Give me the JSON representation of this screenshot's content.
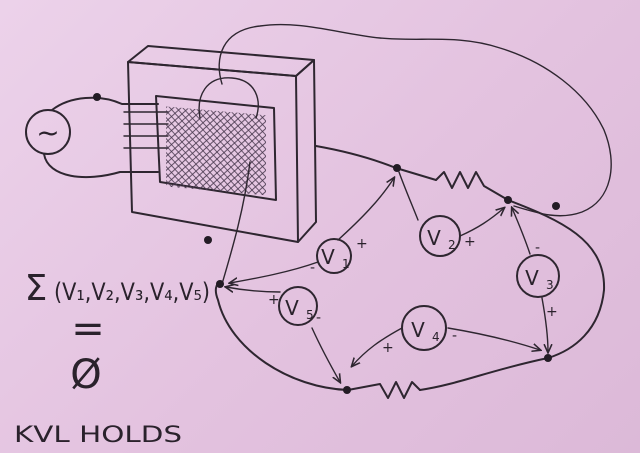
{
  "source_symbol": "~",
  "meters": {
    "v1": {
      "name": "V",
      "sub": "1",
      "plus": "+",
      "minus": "-"
    },
    "v2": {
      "name": "V",
      "sub": "2",
      "plus": "+",
      "minus": ""
    },
    "v3": {
      "name": "V",
      "sub": "3",
      "plus": "+",
      "minus": "-"
    },
    "v4": {
      "name": "V",
      "sub": "4",
      "plus": "+",
      "minus": "-"
    },
    "v5": {
      "name": "V",
      "sub": "5",
      "plus": "+",
      "minus": "-"
    }
  },
  "equation": {
    "sigma": "Σ",
    "expression": "(V₁,V₂,V₃,V₄,V₅)",
    "equals": "=",
    "result": "Ø"
  },
  "caption": "KVL HOLDS",
  "colors": {
    "ink": "#2e2630",
    "paper": "#e6c8e3"
  }
}
